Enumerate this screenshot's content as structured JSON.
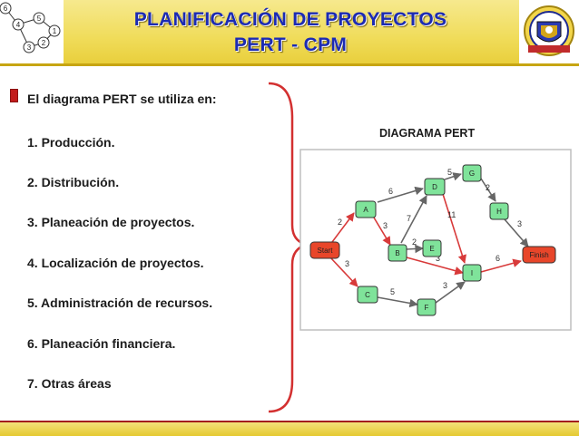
{
  "header": {
    "title_line1": "PLANIFICACIÓN DE PROYECTOS",
    "title_line2": "PERT - CPM",
    "accent_color": "#1c2bb3",
    "background_color": "#f0dc5a"
  },
  "logo_left": {
    "icon": "network-diagram-icon",
    "labels": [
      "6",
      "4",
      "5",
      "1",
      "3",
      "2"
    ]
  },
  "logo_right": {
    "icon": "university-crest-icon"
  },
  "content": {
    "intro": "El diagrama PERT se utiliza en:",
    "items": [
      "1. Producción.",
      "2. Distribución.",
      "3. Planeación de proyectos.",
      "4. Localización de proyectos.",
      "5. Administración de recursos.",
      "6. Planeación financiera.",
      "7. Otras áreas"
    ]
  },
  "diagram": {
    "title": "DIAGRAMA PERT",
    "nodes": [
      "Start",
      "A",
      "B",
      "C",
      "D",
      "E",
      "F",
      "G",
      "H",
      "I",
      "Finish"
    ],
    "edge_labels": [
      "2",
      "3",
      "6",
      "3",
      "7",
      "11",
      "2",
      "5",
      "2",
      "3",
      "6",
      "5",
      "3",
      "3"
    ],
    "colors": {
      "node": "#7fe39a",
      "start_finish": "#e8462a",
      "edge_gray": "#666666",
      "edge_red": "#d83a3a"
    }
  }
}
